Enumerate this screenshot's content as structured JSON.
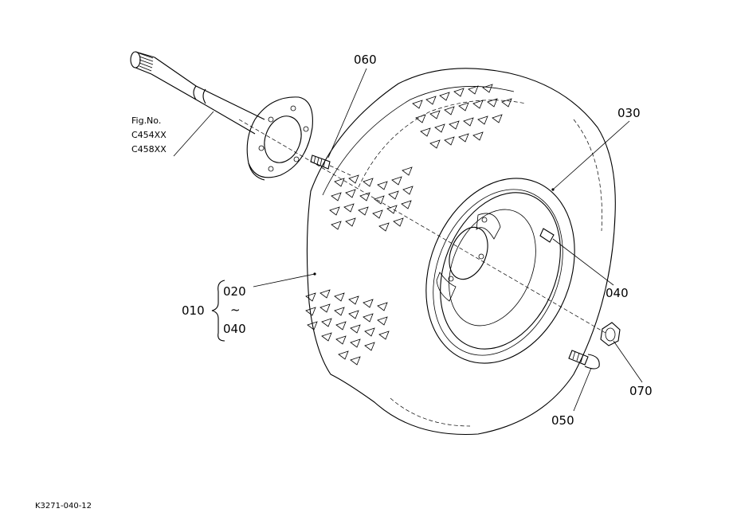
{
  "callouts": {
    "c060": "060",
    "c030": "030",
    "c040": "040",
    "c070": "070",
    "c050": "050",
    "c010": "010",
    "c020": "020",
    "c_range_to": "040",
    "tilde": "~"
  },
  "fig_note": {
    "title": "Fig.No.",
    "line1": "C454XX",
    "line2": "C458XX"
  },
  "drawing_code": "K3271-040-12"
}
